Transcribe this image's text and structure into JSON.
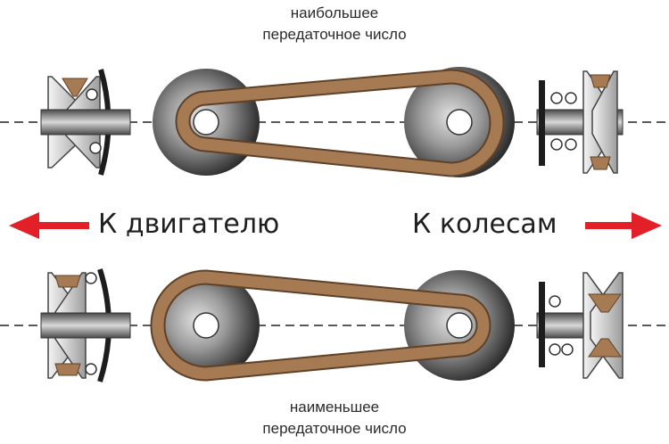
{
  "captions": {
    "top_line1": "наибольшее",
    "top_line2": "передаточное число",
    "bottom_line1": "наименьшее",
    "bottom_line2": "передаточное число"
  },
  "directions": {
    "left": "К двигателю",
    "right": "К колесам"
  },
  "colors": {
    "belt": "#a67a52",
    "belt_dark": "#5e4128",
    "arrow": "#e32028",
    "pulley_dark": "#262626",
    "pulley_light": "#d0d0d0",
    "axis": "#222222"
  }
}
